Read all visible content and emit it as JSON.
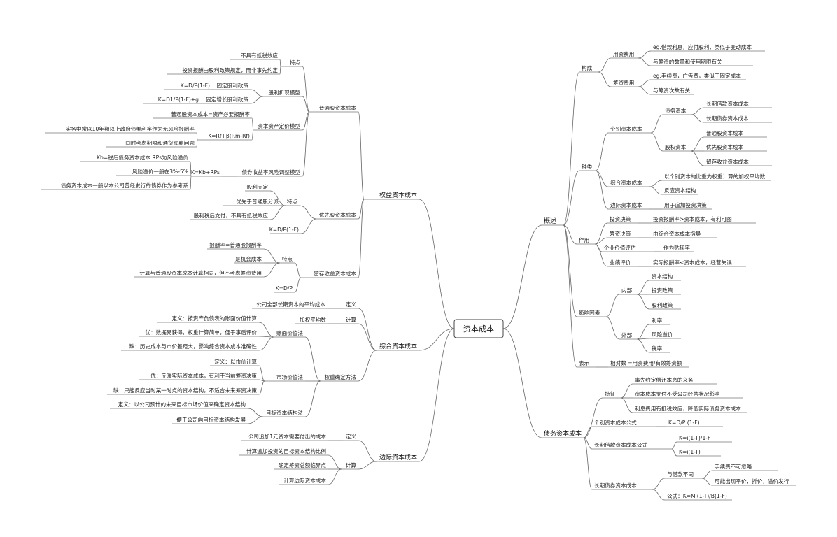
{
  "central": "资本成本",
  "branches": {
    "equity": {
      "label": "权益资本成本",
      "common": {
        "label": "普通股资本成本",
        "traits": {
          "label": "特点",
          "items": [
            "不具有抵税效应",
            "投资报酬由股利政策规定，而非事先约定"
          ]
        },
        "dividend_model": {
          "label": "股利折现模型",
          "items": [
            {
              "formula": "K=D/P(1-F)",
              "name": "固定股利政策"
            },
            {
              "formula": "K=D1/P(1-F)+g",
              "name": "固定增长股利政策"
            }
          ]
        },
        "capm": {
          "label": "资本资产定价模型",
          "definition": "普通股资本成本=资产必要报酬率",
          "formula": "K=Rf+β(Rm-Rf)",
          "notes": [
            "实务中常以10年期以上政府债券利率作为无风险报酬率",
            "同时考虑期限和通货膨胀问题"
          ]
        },
        "bond_yield": {
          "label": "债券收益率风险调整模型",
          "formula": "K=Kb+RPs",
          "notes": [
            "Kb=税后债务资本成本 RPs为风险溢价",
            "风险溢价一般在3%-5%",
            "债务资本成本一般以本公司曾经发行的债券作为参考系"
          ]
        }
      },
      "preferred": {
        "label": "优先股资本成本",
        "traits_label": "特点",
        "traits": [
          "股利固定",
          "优先于普通股分派",
          "股利税后支付，不具有抵税效应"
        ],
        "formula": "K=D/P(1-F)"
      },
      "retained": {
        "label": "留存收益资本成本",
        "traits_label": "特点",
        "traits": [
          "报酬率=普通股报酬率",
          "是机会成本",
          "计算与普通股资本成本计算相同，但不考虑筹资费用"
        ],
        "formula": "K=D/P"
      }
    },
    "wacc": {
      "label": "综合资本成本",
      "definition": {
        "text": "公司全部长期资本的平均成本",
        "label": "定义"
      },
      "calc": {
        "text": "加权平均数",
        "label": "计算"
      },
      "weight": {
        "label": "权重确定方法",
        "book": {
          "label": "账面价值法",
          "items": [
            "定义：按资产负债表的账面价值计算",
            "优：数据易获得，权重计算简单，便于事后评价",
            "缺：历史成本与市价差距大，影响综合资本成本准确性"
          ]
        },
        "market": {
          "label": "市场价值法",
          "items": [
            "定义：以市价计算",
            "优：反映实际资本成本，有利于当前筹资决策",
            "缺：只能反应当时某一时点的资本结构，不适合未来筹资决策"
          ]
        },
        "target": {
          "label": "目标资本结构法",
          "items": [
            "定义：以公司预计的未来目标市场价值来确定资本结构",
            "便于公司向目标资本结构发展"
          ]
        }
      }
    },
    "marginal": {
      "label": "边际资本成本",
      "definition": {
        "text": "公司追加1元资本需要付出的成本",
        "label": "定义"
      },
      "calc": {
        "label": "计算",
        "items": [
          "计算追加投资的目标资本结构比例",
          "确定筹资总额临界点",
          "计算边际资本成本"
        ]
      }
    },
    "overview": {
      "label": "概述",
      "composition": {
        "label": "构成",
        "groups": [
          {
            "label": "用资费用",
            "items": [
              "eg.借款利息，应付股利，类似于变动成本",
              "与筹资的数量和使用期限有关"
            ]
          },
          {
            "label": "筹资费用",
            "items": [
              "eg.手续费，广告费，类似于固定成本",
              "与筹资次数有关"
            ]
          }
        ]
      },
      "types": {
        "label": "种类",
        "individual": {
          "label": "个别资本成本",
          "groups": [
            {
              "label": "债务资本",
              "items": [
                "长期借款资本成本",
                "长期债券资本成本"
              ]
            },
            {
              "label": "股权资本",
              "items": [
                "普通股资本成本",
                "优先股资本成本",
                "留存收益资本成本"
              ]
            }
          ]
        },
        "composite": {
          "label": "综合资本成本",
          "items": [
            "以个别资本的比重为权重计算的加权平均数",
            "反应资本结构"
          ]
        },
        "marginal": {
          "label": "边际资本成本",
          "text": "用于追加投资决策"
        }
      },
      "uses": {
        "label": "作用",
        "items": [
          {
            "label": "投资决策",
            "text": "投资报酬率>资本成本，有利可图"
          },
          {
            "label": "筹资决策",
            "text": "由综合资本成本指导"
          },
          {
            "label": "企业价值评估",
            "text": "作为贴现率"
          },
          {
            "label": "业绩评价",
            "text": "实际报酬率<资本成本，经营失误"
          }
        ]
      },
      "factors": {
        "label": "影响因素",
        "internal": {
          "label": "内部",
          "items": [
            "资本结构",
            "投资政策",
            "股利政策"
          ]
        },
        "external": {
          "label": "外部",
          "items": [
            "利率",
            "风险溢价",
            "税率"
          ]
        }
      },
      "expression": {
        "label": "表示",
        "text": "相对数 =用资费用/有效筹资额"
      }
    },
    "debt": {
      "label": "债务资本成本",
      "features": {
        "label": "特征",
        "items": [
          "事先约定偿还本息的义务",
          "资本成本支付不受公司经营状况影响",
          "利息费用有抵税效应，降低实际债务资本成本"
        ]
      },
      "individual": {
        "label": "个别资本成本公式",
        "formula": "K=D/P  (1-F)"
      },
      "loan": {
        "label": "长期借款资本成本公式",
        "items": [
          "K=i(1-T)/1-F",
          "K=i(1-T)"
        ]
      },
      "bond": {
        "label": "长期债券资本成本",
        "diff": {
          "label": "与借款不同",
          "items": [
            "手续费不可忽略",
            "可能出现平价，折价，溢价发行"
          ]
        },
        "formula": "公式：K=Mi(1-T)/B(1-F)"
      }
    }
  }
}
